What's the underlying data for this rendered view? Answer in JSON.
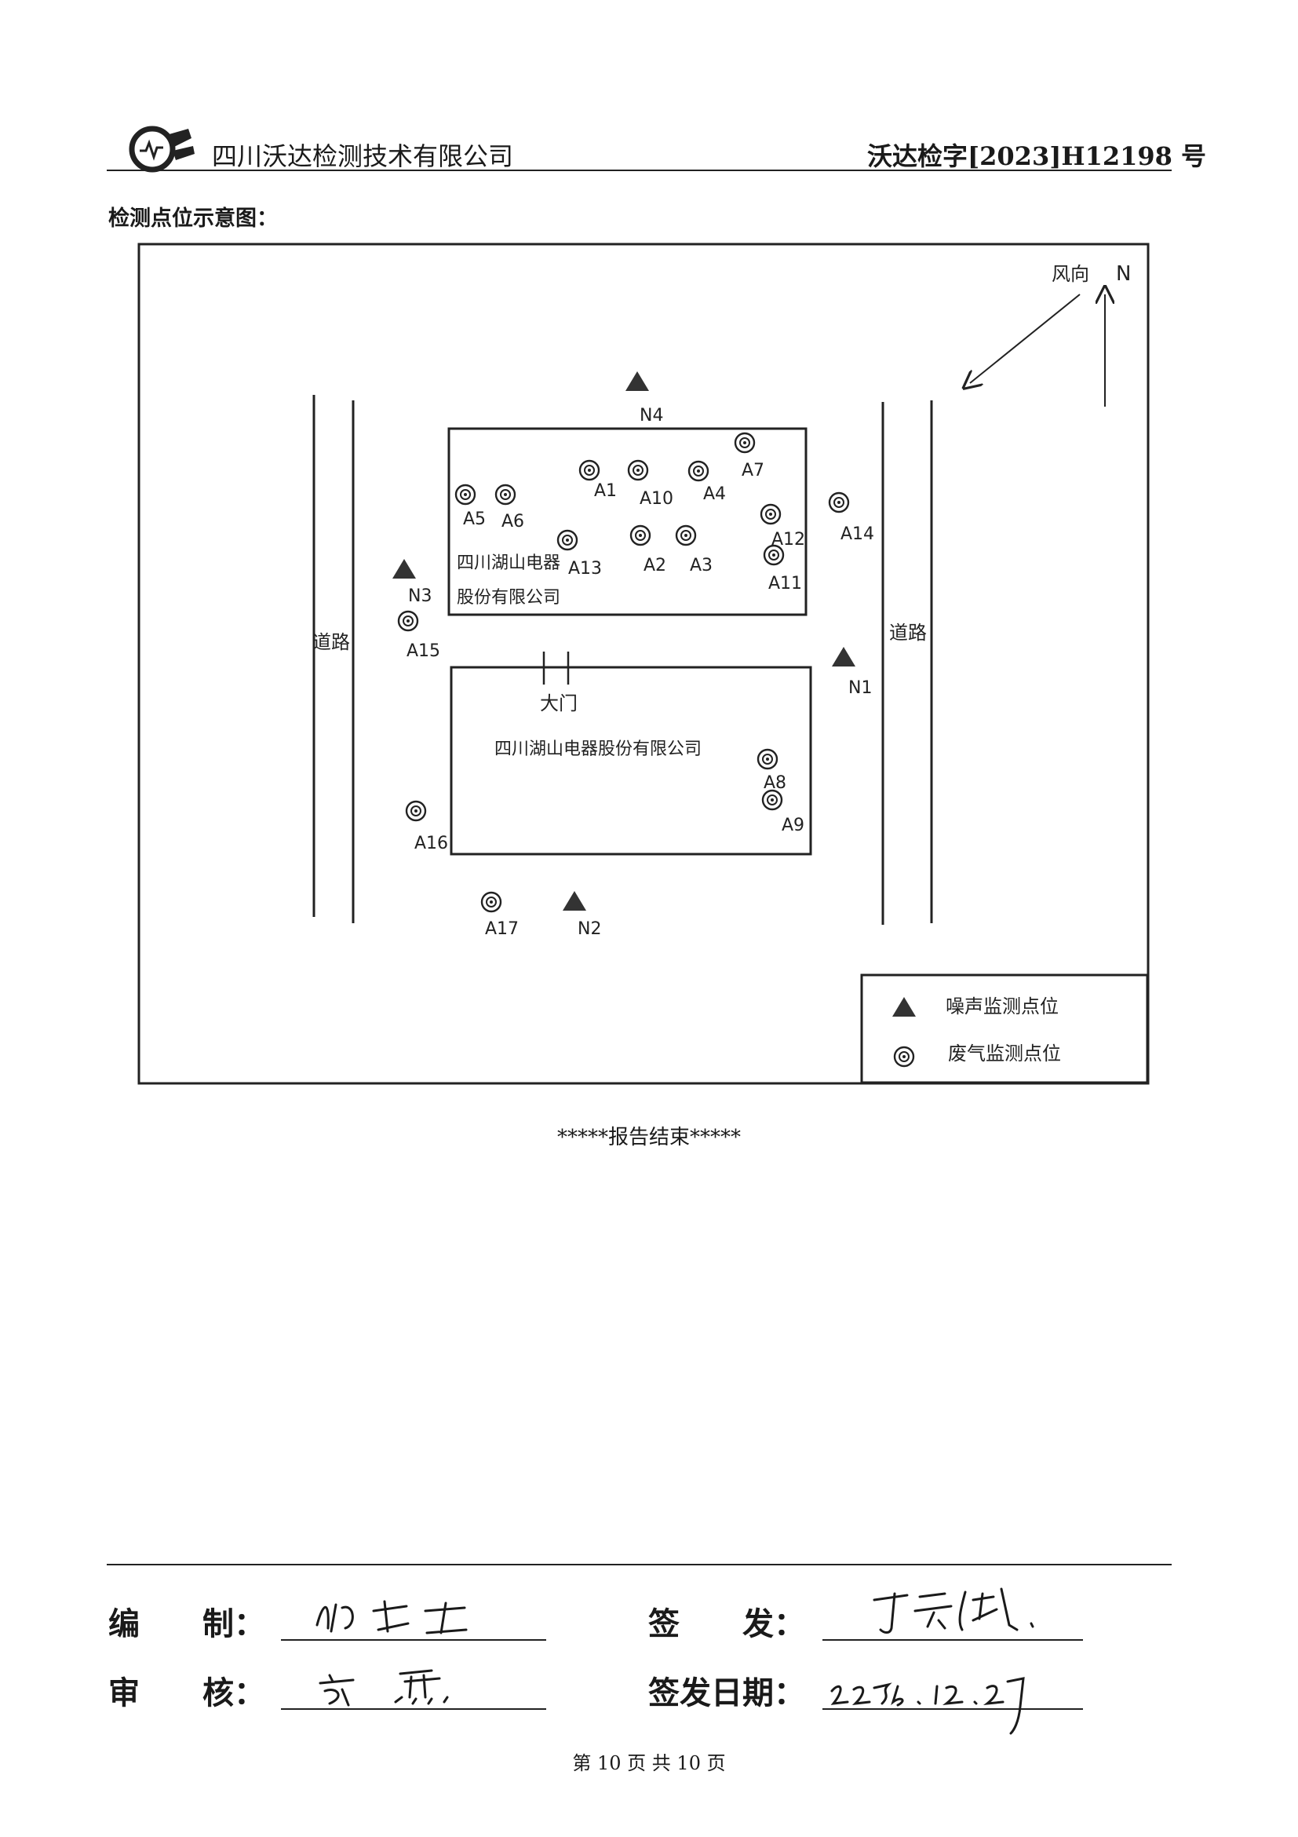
{
  "header": {
    "company": "四川沃达检测技术有限公司",
    "report_code": "沃达检字[2023]H12198 号",
    "logo_icon": "tested-seal-logo-icon"
  },
  "section_title": "检测点位示意图：",
  "map": {
    "wind": {
      "label": "风向",
      "north": "N"
    },
    "road_left": "道路",
    "road_right": "道路",
    "building_north": {
      "line1": "四川湖山电器",
      "line2": "股份有限公司"
    },
    "building_south": {
      "name": "四川湖山电器股份有限公司"
    },
    "gate": "大门",
    "noise_points": [
      "N1",
      "N2",
      "N3",
      "N4"
    ],
    "gas_points": [
      "A1",
      "A2",
      "A3",
      "A4",
      "A5",
      "A6",
      "A7",
      "A8",
      "A9",
      "A10",
      "A11",
      "A12",
      "A13",
      "A14",
      "A15",
      "A16",
      "A17"
    ],
    "legend": {
      "noise": "噪声监测点位",
      "gas": "废气监测点位"
    }
  },
  "report_end": "*****报告结束*****",
  "signatures": {
    "compile_label": "编　　制：",
    "review_label": "审　　核：",
    "issue_label": "签　　发：",
    "issue_date_label": "签发日期："
  },
  "page": "第 10 页 共 10 页"
}
